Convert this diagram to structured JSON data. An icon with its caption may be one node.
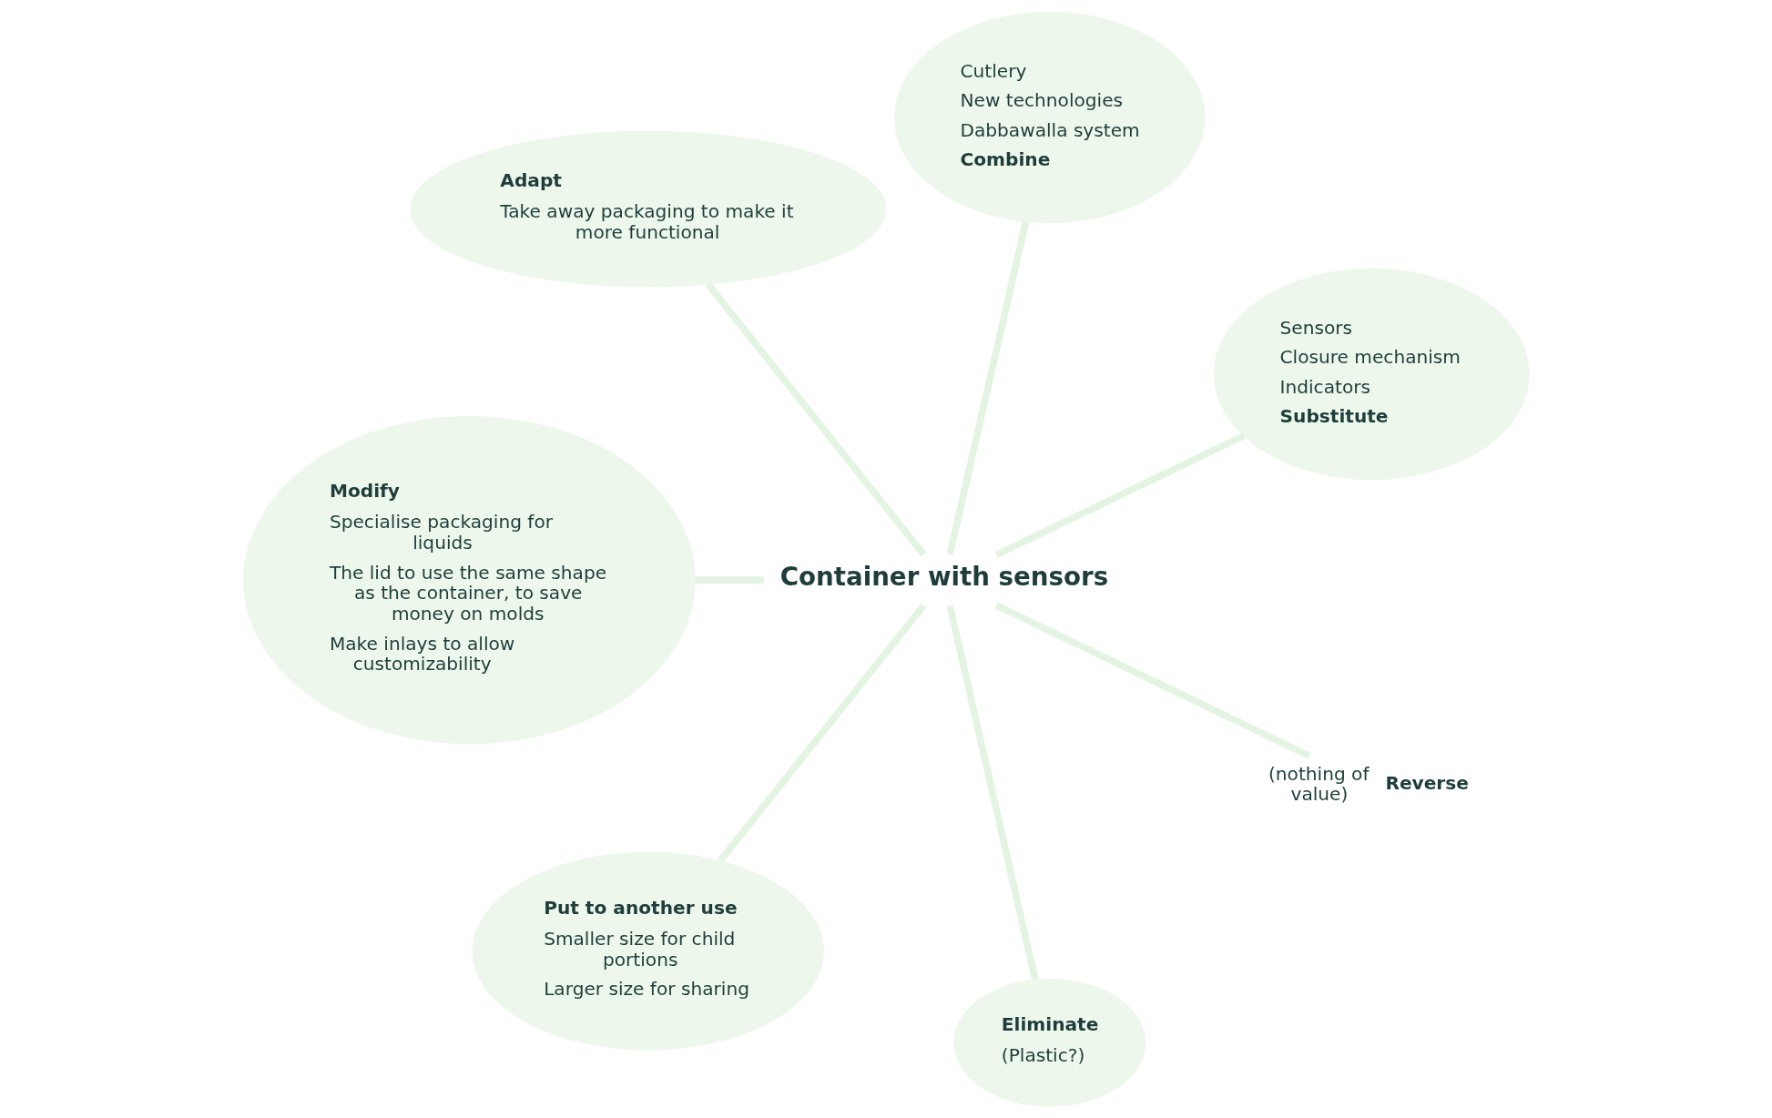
{
  "diagram": {
    "nodes": [
      {
        "text": [
          "Container with sensors"
        ]
      },
      {
        "text": [
          "Sensors",
          "Closure mechanism",
          "Indicators",
          "Substitute"
        ]
      },
      {
        "text": [
          "Cutlery",
          "New technologies",
          "Dabbawalla system",
          "Combine"
        ]
      },
      {
        "text": [
          "Adapt",
          "Take away packaging to make it more functional"
        ]
      },
      {
        "text": [
          "Modify",
          "Specialise packaging for liquids",
          "The lid to use the same shape as the container, to save money on molds",
          "Make inlays to allow customizability"
        ]
      },
      {
        "text": [
          "Put to another use",
          "Smaller size for child portions",
          "Larger size for sharing"
        ]
      },
      {
        "text": [
          "Eliminate",
          "(Plastic?)"
        ]
      },
      {
        "text": [
          "Reverse"
        ],
        "beside": [
          "(nothing of value)"
        ]
      }
    ],
    "edges": [
      {
        "from": 0,
        "to": 1,
        "arrow": "none"
      },
      {
        "from": 0,
        "to": 2,
        "arrow": "none"
      },
      {
        "from": 0,
        "to": 3,
        "arrow": "none"
      },
      {
        "from": 0,
        "to": 4,
        "arrow": "none"
      },
      {
        "from": 0,
        "to": 5,
        "arrow": "none"
      },
      {
        "from": 0,
        "to": 6,
        "arrow": "none"
      },
      {
        "from": 0,
        "to": 7,
        "arrow": "none"
      }
    ]
  }
}
